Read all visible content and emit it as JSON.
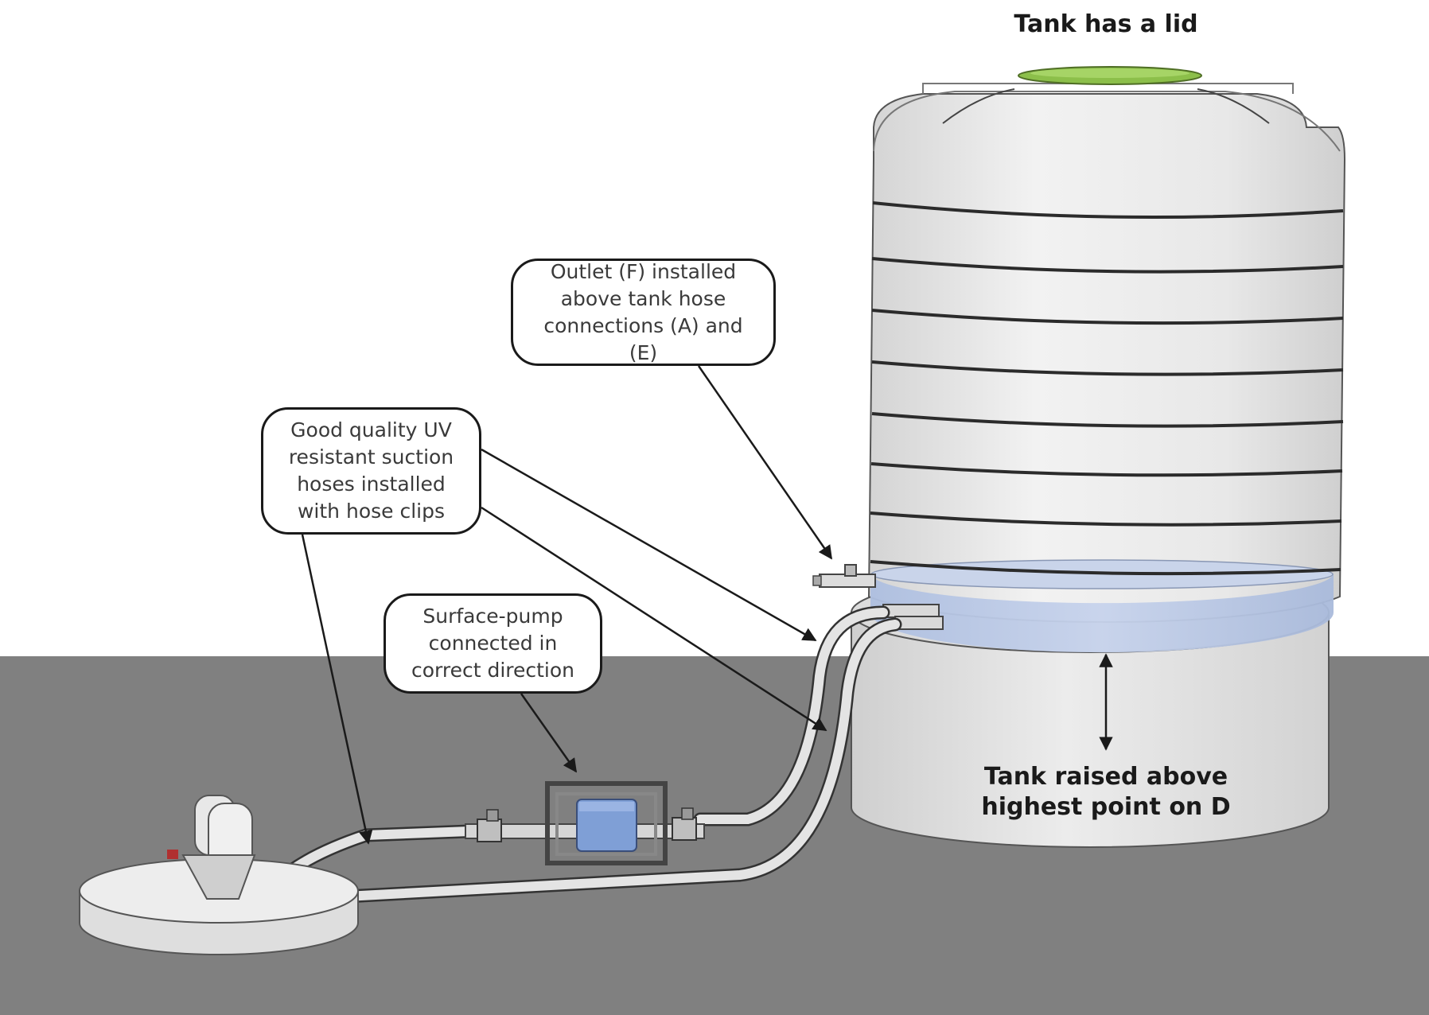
{
  "colors": {
    "ground": "#808080",
    "sky": "#ffffff",
    "tank_body": "#e6e6e6",
    "tank_band": "#2b2b2b",
    "lid": "#8cbf4a",
    "water": "#b9c8e6",
    "pump_housing": "#7f9fd6",
    "hose": "#d9d9d9",
    "arrow": "#1a1a1a"
  },
  "labels": {
    "tank_lid": "Tank has a lid",
    "tank_raised": "Tank raised above\nhighest point on D"
  },
  "callouts": {
    "outlet": "Outlet (F) installed\nabove tank hose\nconnections (A) and (E)",
    "hoses": "Good quality UV\nresistant suction\nhoses installed\nwith hose clips",
    "pump": "Surface-pump\nconnected in\ncorrect direction"
  },
  "icons": [
    "tank-icon",
    "surface-pump-icon",
    "pressure-vessel-icon",
    "hose-icon",
    "valve-icon"
  ]
}
